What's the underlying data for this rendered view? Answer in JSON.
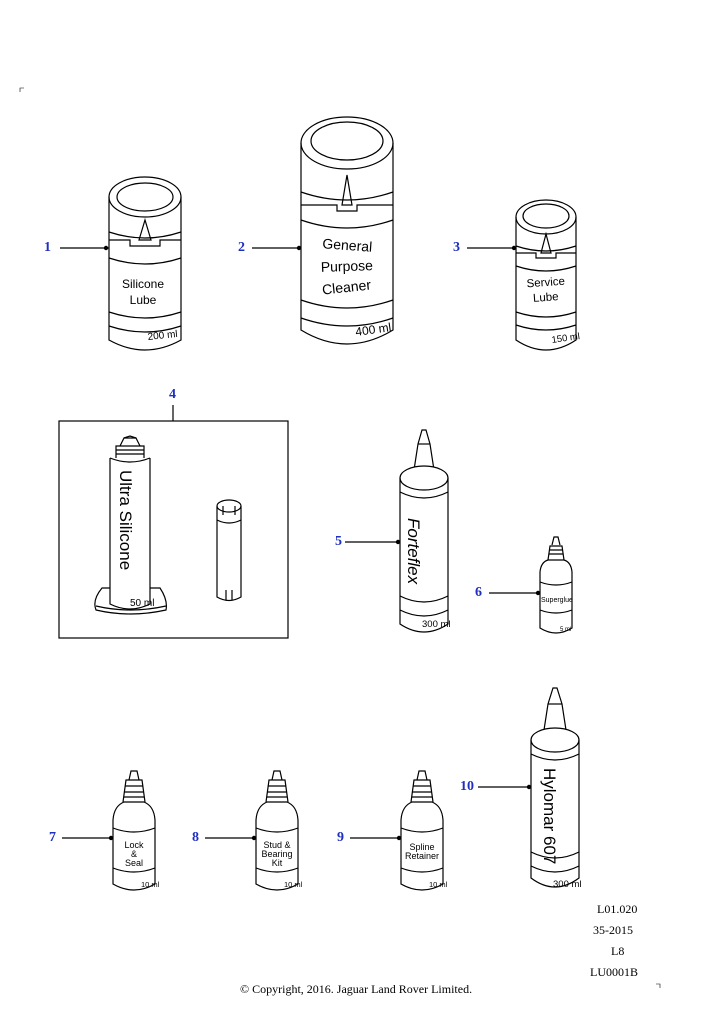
{
  "callouts": {
    "c1": "1",
    "c2": "2",
    "c3": "3",
    "c4": "4",
    "c5": "5",
    "c6": "6",
    "c7": "7",
    "c8": "8",
    "c9": "9",
    "c10": "10"
  },
  "products": {
    "p1": {
      "line1": "Silicone",
      "line2": "Lube",
      "volume": "200 ml"
    },
    "p2": {
      "line1": "General",
      "line2": "Purpose",
      "line3": "Cleaner",
      "volume": "400 ml"
    },
    "p3": {
      "line1": "Service",
      "line2": "Lube",
      "volume": "150 ml"
    },
    "p4": {
      "label": "Ultra Silicone",
      "volume": "50 ml"
    },
    "p5": {
      "label": "Forteflex",
      "volume": "300 ml"
    },
    "p6": {
      "label": "Superglue",
      "volume": "5 ml"
    },
    "p7": {
      "line1": "Lock",
      "line2": "&",
      "line3": "Seal",
      "volume": "10 ml"
    },
    "p8": {
      "line1": "Stud &",
      "line2": "Bearing",
      "line3": "Kit",
      "volume": "10 ml"
    },
    "p9": {
      "line1": "Spline",
      "line2": "Retainer",
      "volume": "10 ml"
    },
    "p10": {
      "label": "Hylomar 607",
      "volume": "300 ml"
    }
  },
  "meta": {
    "ref1": "L01.020",
    "ref2": "35-2015",
    "ref3": "L8",
    "ref4": "LU0001B",
    "copyright": "© Copyright, 2016. Jaguar Land Rover Limited."
  },
  "colors": {
    "callout": "#1f2fbf",
    "line": "#000000"
  }
}
